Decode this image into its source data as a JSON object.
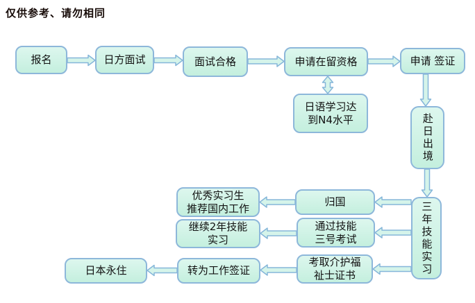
{
  "title": "仅供参考、请勿相同",
  "colors": {
    "node_fill_top": "#ddf7ee",
    "node_fill_bottom": "#c4efde",
    "node_border": "#8db7da",
    "arrow_fill": "#d5f4ea",
    "arrow_border": "#85b6d9",
    "title_color": "#170b08",
    "text_color": "#111111",
    "background": "#ffffff"
  },
  "flowchart": {
    "nodes": {
      "signup": {
        "label": "报名"
      },
      "japan_interview": {
        "label": "日方面试"
      },
      "interview_pass": {
        "label": "面试合格"
      },
      "residence_status": {
        "label": "申请在留资格"
      },
      "visa": {
        "label": "申请 签证"
      },
      "japanese_n4": {
        "label": "日语学习达\n到N4水平"
      },
      "depart_japan": {
        "label": "赴日出境"
      },
      "three_year": {
        "label": "三年技能实习"
      },
      "return_home": {
        "label": "归国"
      },
      "recommend_work": {
        "label": "优秀实习生\n推荐国内工作"
      },
      "exam3": {
        "label": "通过技能\n三号考试"
      },
      "two_more_years": {
        "label": "继续2年技能\n实习"
      },
      "caregiver_cert": {
        "label": "考取介护福\n祉士证书"
      },
      "work_visa": {
        "label": "转为工作签证"
      },
      "permanent": {
        "label": "日本永住"
      }
    },
    "edges": [
      {
        "from": "signup",
        "to": "japan_interview",
        "style": "arrow-right"
      },
      {
        "from": "japan_interview",
        "to": "interview_pass",
        "style": "arrow-right"
      },
      {
        "from": "interview_pass",
        "to": "residence_status",
        "style": "arrow-right"
      },
      {
        "from": "residence_status",
        "to": "visa",
        "style": "arrow-right"
      },
      {
        "from": "residence_status",
        "to": "japanese_n4",
        "style": "arrow-double-vertical"
      },
      {
        "from": "visa",
        "to": "depart_japan",
        "style": "arrow-down"
      },
      {
        "from": "depart_japan",
        "to": "three_year",
        "style": "arrow-down"
      },
      {
        "from": "three_year",
        "to": "return_home",
        "style": "arrow-left"
      },
      {
        "from": "return_home",
        "to": "recommend_work",
        "style": "arrow-left"
      },
      {
        "from": "three_year",
        "to": "exam3",
        "style": "arrow-left"
      },
      {
        "from": "exam3",
        "to": "two_more_years",
        "style": "arrow-left"
      },
      {
        "from": "three_year",
        "to": "caregiver_cert",
        "style": "arrow-left"
      },
      {
        "from": "caregiver_cert",
        "to": "work_visa",
        "style": "arrow-left"
      },
      {
        "from": "work_visa",
        "to": "permanent",
        "style": "arrow-left"
      }
    ]
  }
}
